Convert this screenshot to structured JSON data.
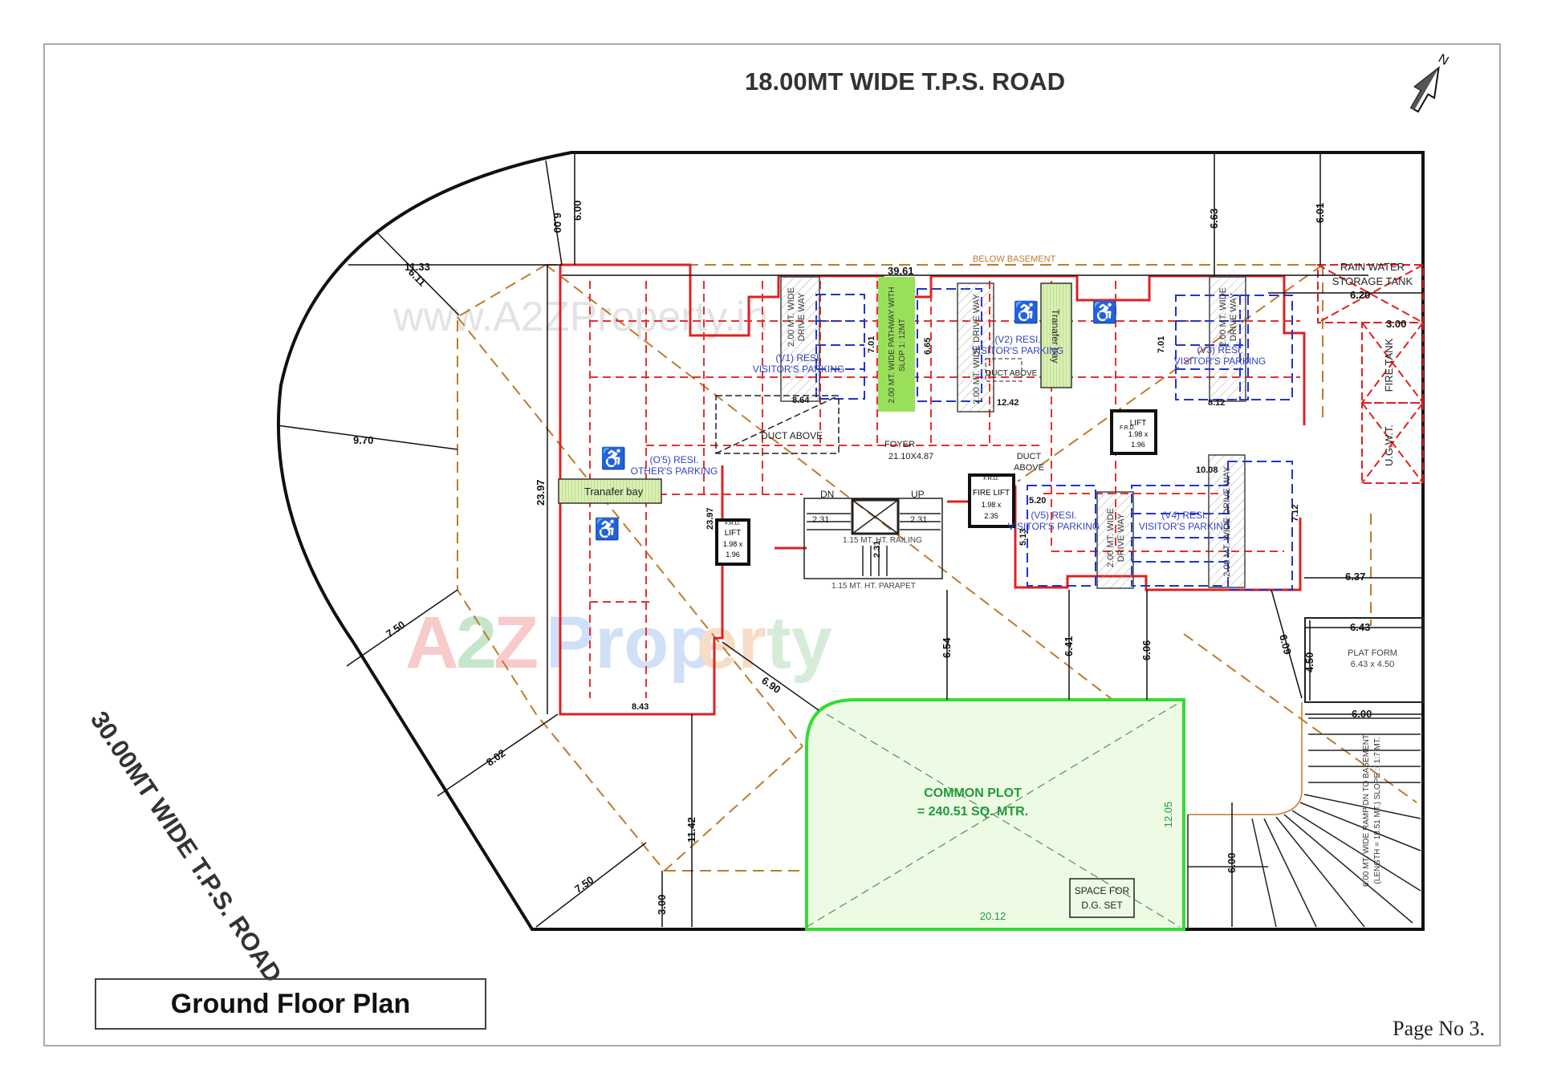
{
  "sheet": {
    "title": "Ground Floor Plan",
    "page_number": "Page No 3."
  },
  "roads": {
    "top": "18.00MT WIDE T.P.S. ROAD",
    "left": "30.00MT WIDE T.P.S. ROAD"
  },
  "north_arrow": {
    "icon": "north-arrow-icon",
    "label": "N"
  },
  "watermark": {
    "url_text": "www.A2ZProperty.in",
    "logo_text": "A2Z Property"
  },
  "colors": {
    "boundary": "#111111",
    "building_outline": "#e02020",
    "grid_line": "#e53030",
    "parking": "#2233cc",
    "basement_line": "#c07a2a",
    "common_plot_fill": "#eefbe4",
    "common_plot_stroke": "#33dd33",
    "pathway_fill": "#99e05a",
    "text_blue": "#3344bb",
    "text_green": "#1e9a3a"
  },
  "labels": {
    "below_basement": "BELOW BASEMENT",
    "rain_water_tank": [
      "RAIN WATER",
      "STORAGE TANK"
    ],
    "fire_tank": "FIRE TANK",
    "ugwt": "U.G.W.T.",
    "plat_form": [
      "PLAT FORM",
      "6.43 x 4.50"
    ],
    "ramp": [
      "6.00 MT. WIDE RAMP DN TO BASEMENT",
      "(LENGTH = 18.51 MT.)  SLOPE :- 1:7 MT."
    ],
    "common_plot": [
      "COMMON PLOT",
      "= 240.51 SQ. MTR."
    ],
    "dg_set": [
      "SPACE FOR",
      "D.G. SET"
    ],
    "foyer": [
      "FOYER",
      "21.10X4.87"
    ],
    "duct_above_1": "DUCT ABOVE",
    "duct_above_2": "DUCT ABOVE",
    "duct_above_3": [
      "DUCT",
      "ABOVE"
    ],
    "lift_1": [
      "F.R.D.",
      "LIFT",
      "1.98 x",
      "1.96"
    ],
    "lift_2": [
      "F.R.D.",
      "LIFT",
      "1.98 x",
      "1.96"
    ],
    "fire_lift": [
      "F.R.D.",
      "FIRE LIFT",
      "1.98 x",
      "2.35"
    ],
    "stair_dn": "DN",
    "stair_up": "UP",
    "railing": "1.15 MT. HT. RAILING",
    "parapet": "1.15 MT. HT. PARAPET",
    "transfer_bay_1": "Tranafer bay",
    "transfer_bay_2": "Tranafer bay",
    "pathway": [
      "2.00 MT. WIDE PATHWAY WITH",
      "SLOP 1: 12MT"
    ],
    "driveway_v1": [
      "2.00 MT. WIDE",
      "DRIVE WAY"
    ],
    "driveway_v2": "2.00 MT. WIDE DRIVE WAY",
    "driveway_v3": [
      "2.00 MT. WIDE",
      "DRIVE WAY"
    ],
    "driveway_v4": "2.00 MT. WIDE DRIVE WAY",
    "driveway_v5": [
      "2.00 MT. WIDE",
      "DRIVE WAY"
    ],
    "parking_v1": [
      "(V1) RESI.",
      "VISITOR'S PARKING"
    ],
    "parking_v2": [
      "(V2) RESI.",
      "VISITOR'S PARKING"
    ],
    "parking_v3": [
      "(V3) RESI.",
      "VISITOR'S PARKING"
    ],
    "parking_v4": [
      "(V4) RESI.",
      "VISITOR'S PARKING"
    ],
    "parking_v5": [
      "(V5) RESI.",
      "VISITOR'S PARKING"
    ],
    "parking_o5": [
      "(O'5) RESI.",
      "OTHER'S PARKING"
    ]
  },
  "dimensions": {
    "d_600a": "6.00",
    "d_600b": "6.00",
    "d_1133": "11.33",
    "d_611": "6.11",
    "d_970": "9.70",
    "d_750a": "7.50",
    "d_802": "8.02",
    "d_750b": "7.50",
    "d_2397a": "23.97",
    "d_2397b": "23.97",
    "d_3961": "39.61",
    "d_663": "6.63",
    "d_601": "6.01",
    "d_620": "6.20",
    "d_300a": "3.00",
    "d_701a": "7.01",
    "d_665": "6.65",
    "d_701b": "7.01",
    "d_1242": "12.42",
    "d_812": "8.12",
    "d_864": "8.64",
    "d_1008": "10.08",
    "d_712": "7.12",
    "d_520": "5.20",
    "d_513": "5.13",
    "d_637": "6.37",
    "d_643": "6.43",
    "d_450": "4.50",
    "d_600c": "6.00",
    "d_600d": "6.00",
    "d_654": "6.54",
    "d_641": "6.41",
    "d_606": "6.06",
    "d_609": "6.09",
    "d_690": "6.90",
    "d_843": "8.43",
    "d_1142": "11.42",
    "d_300b": "3.00",
    "d_1205": "12.05",
    "d_2012": "20.12",
    "d_231a": "2.31",
    "d_231b": "2.31",
    "d_231c": "2.31"
  }
}
